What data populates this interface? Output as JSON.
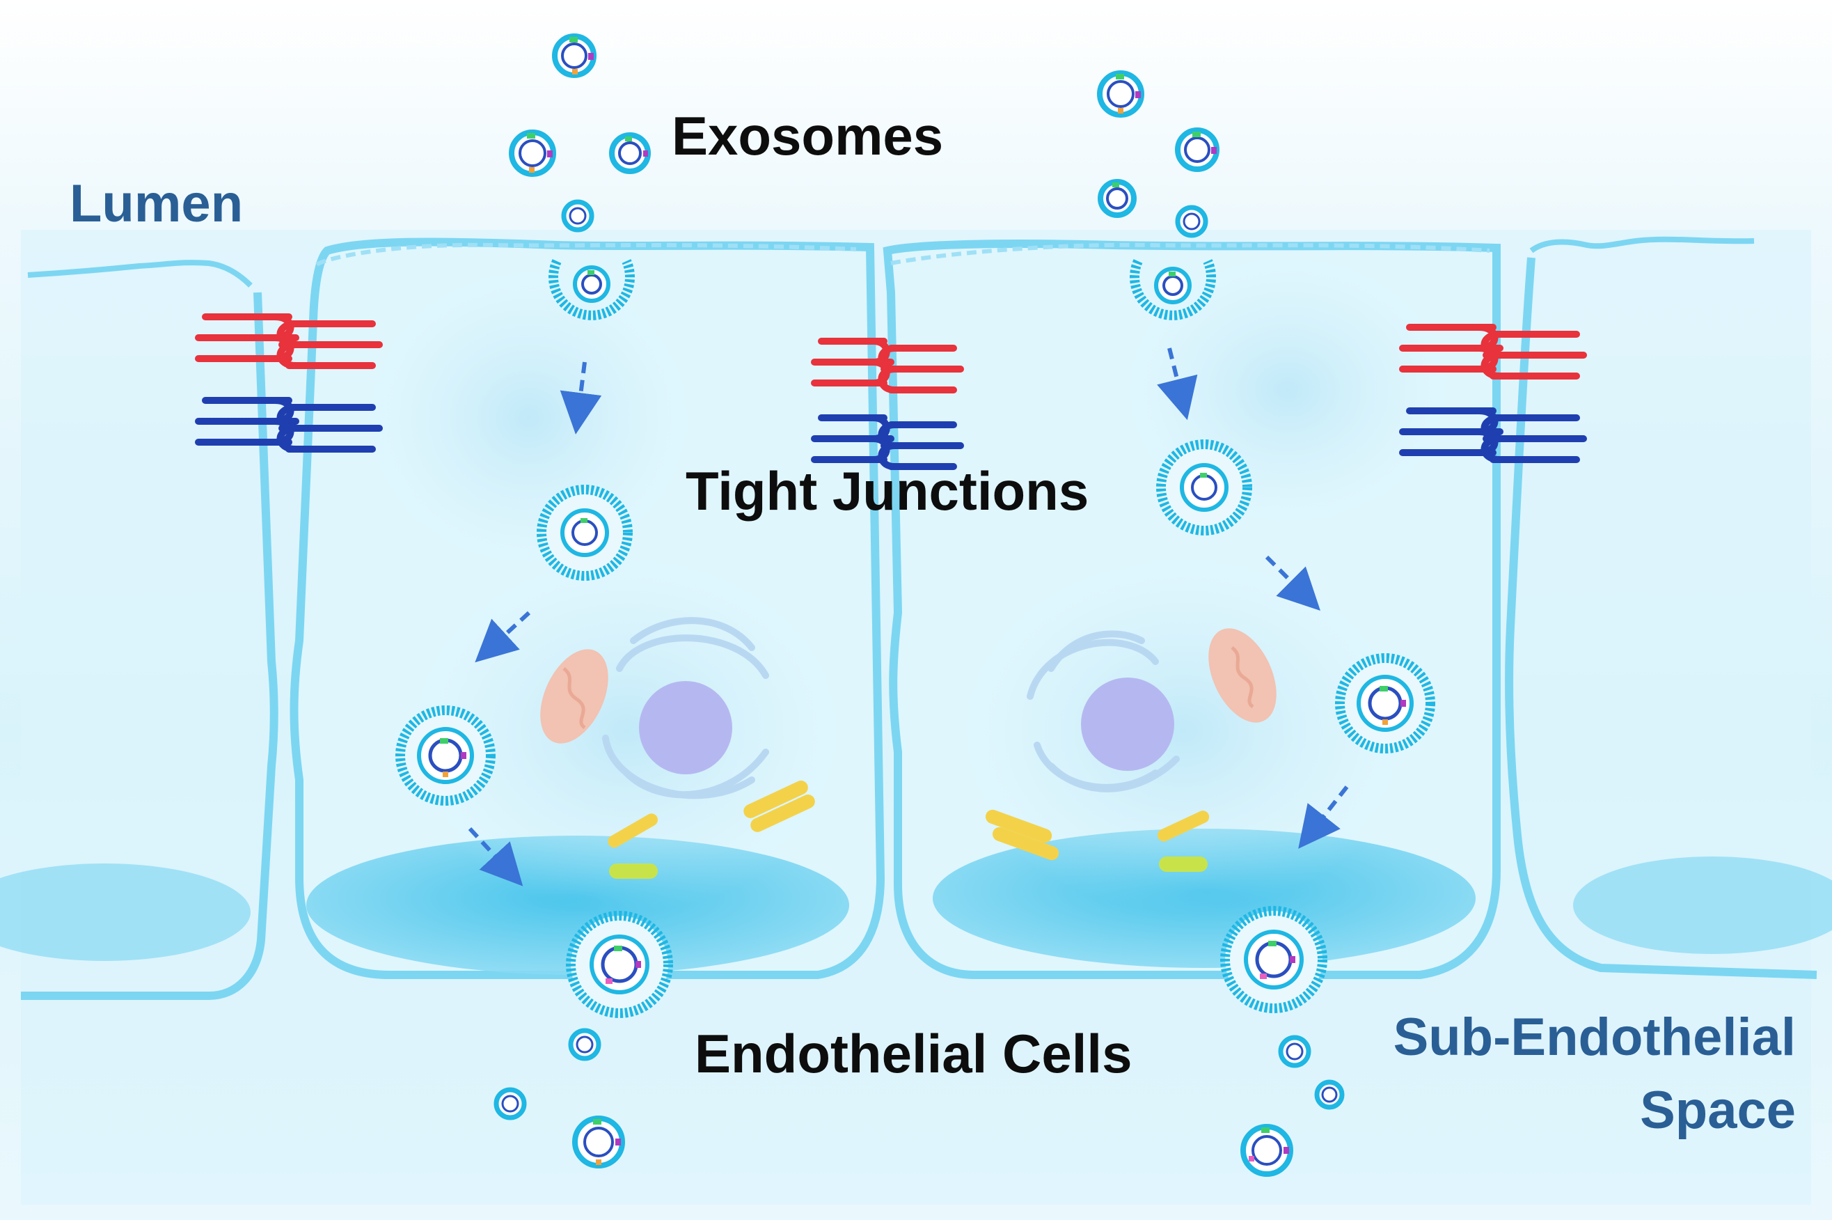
{
  "labels": {
    "exosomes": "Exosomes",
    "lumen": "Lumen",
    "tight_junctions": "Tight Junctions",
    "endothelial_cells": "Endothelial Cells",
    "sub_endothelial_line1": "Sub-Endothelial",
    "sub_endothelial_line2": "Space"
  },
  "colors": {
    "label_dark": "#0d0d0d",
    "label_blue": "#2a5f95",
    "membrane": "#7cd6f2",
    "cytoplasm": "#d8f4fc",
    "vesicle_ring": "#1fb7e3",
    "junction_red": "#e8323c",
    "junction_blue": "#1f3fb0",
    "nucleus": "#b5b8f0",
    "mitochondrion": "#f2c2b2",
    "golgi_yellow": "#f3d24a",
    "arrow": "#3a74d6"
  },
  "icons": [
    "exosome-icon",
    "tight-junction-icon",
    "nucleus-icon",
    "mitochondrion-icon",
    "transport-arrow-icon"
  ]
}
